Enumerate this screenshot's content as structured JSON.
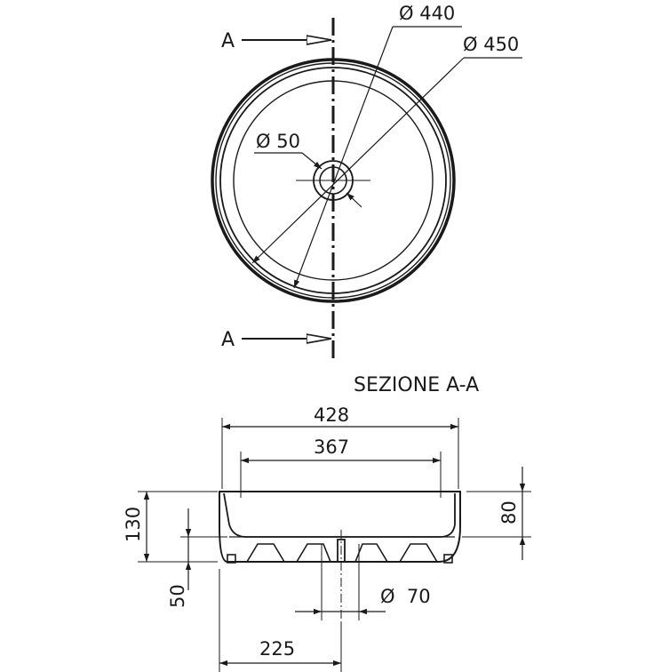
{
  "top_view": {
    "section_marker_top": "A",
    "section_marker_bottom": "A",
    "dim_outer_diameter": "Ø 450",
    "dim_inner_diameter": "Ø 440",
    "dim_drain_diameter": "Ø 50"
  },
  "section_view": {
    "title": "SEZIONE A-A",
    "dim_overall_width": "428",
    "dim_inner_width": "367",
    "dim_total_height": "130",
    "dim_basin_depth": "80",
    "dim_foot_height": "50",
    "dim_drain_diameter": "Ø  70",
    "dim_drain_offset": "225"
  }
}
